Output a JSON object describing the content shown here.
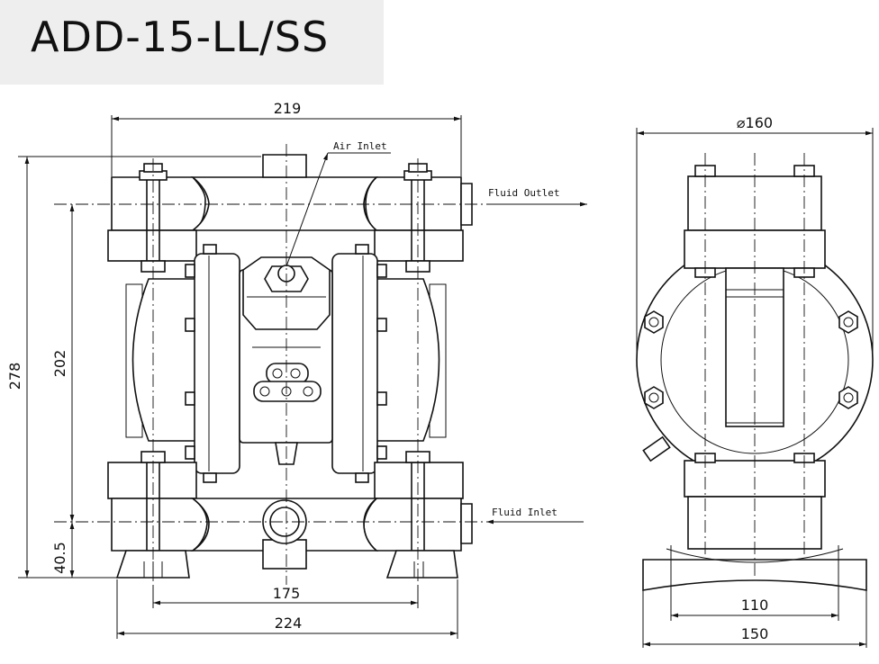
{
  "title": "ADD-15-LL/SS",
  "labels": {
    "air_inlet": "Air Inlet",
    "fluid_outlet": "Fluid Outlet",
    "fluid_inlet": "Fluid Inlet"
  },
  "front_dims": {
    "top_width": "219",
    "overall_height": "278",
    "port_spacing": "202",
    "inlet_height": "40.5",
    "foot_spacing": "175",
    "base_width": "224"
  },
  "side_dims": {
    "diameter": "⌀160",
    "foot_spacing": "110",
    "base_width": "150"
  }
}
